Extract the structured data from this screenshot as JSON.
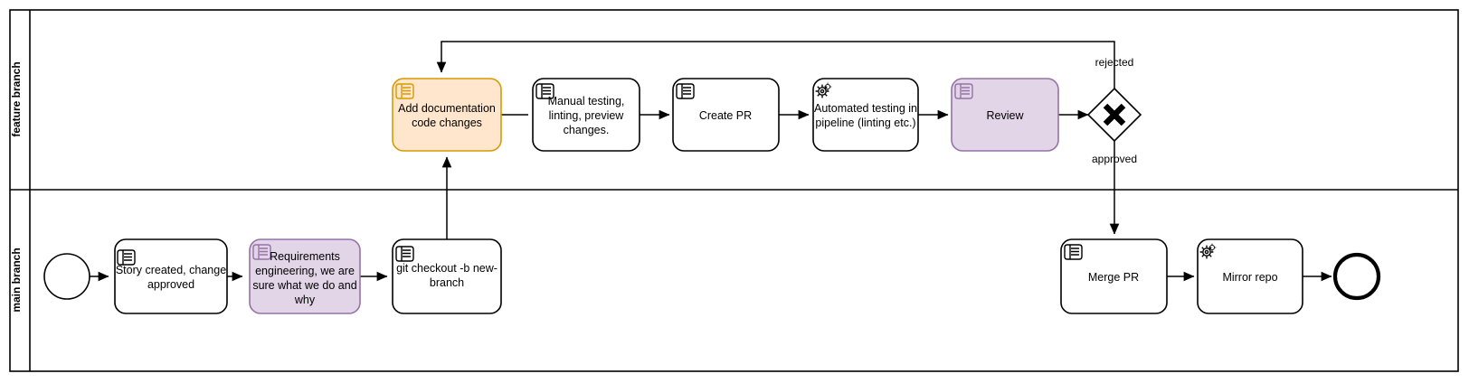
{
  "diagram": {
    "title": "BPMN process: feature branch / main branch development workflow",
    "type": "bpmn-process-diagram",
    "colors": {
      "orange_fill": "#ffe6cc",
      "orange_stroke": "#d79b00",
      "purple_fill": "#e1d5e7",
      "purple_stroke": "#9673a6",
      "default_fill": "#ffffff",
      "default_stroke": "#000000",
      "background": "#ffffff"
    },
    "lanes": [
      {
        "id": "lane-feature",
        "label": "feature branch"
      },
      {
        "id": "lane-main",
        "label": "main branch"
      }
    ],
    "nodes": [
      {
        "id": "start-event",
        "type": "start-event",
        "lane": "lane-main",
        "label": "",
        "icon": "circle-thin"
      },
      {
        "id": "task-story-created",
        "type": "manual-task",
        "lane": "lane-main",
        "label": "Story created, change approved",
        "lines": [
          "Story created, change",
          "approved"
        ],
        "icon": "manual-task-hand-icon",
        "style": "plain"
      },
      {
        "id": "task-requirements-engineering",
        "type": "manual-task",
        "lane": "lane-main",
        "label": "Requirements engineering, we are sure what we do and why",
        "lines": [
          "Requirements",
          "engineering, we are",
          "sure what we do and",
          "why"
        ],
        "icon": "manual-task-hand-icon",
        "style": "purple"
      },
      {
        "id": "task-git-checkout",
        "type": "manual-task",
        "lane": "lane-main",
        "label": "git checkout -b new-branch",
        "lines": [
          "git checkout -b new-",
          "branch"
        ],
        "icon": "manual-task-hand-icon",
        "style": "plain"
      },
      {
        "id": "task-add-documentation",
        "type": "manual-task",
        "lane": "lane-feature",
        "label": "Add documentation code changes",
        "lines": [
          "Add documentation",
          "code changes"
        ],
        "icon": "manual-task-hand-icon",
        "style": "orange"
      },
      {
        "id": "task-manual-testing",
        "type": "manual-task",
        "lane": "lane-feature",
        "label": "Manual testing, linting, preview changes.",
        "lines": [
          "Manual testing,",
          "linting, preview",
          "changes."
        ],
        "icon": "manual-task-hand-icon",
        "style": "plain"
      },
      {
        "id": "task-create-pr",
        "type": "manual-task",
        "lane": "lane-feature",
        "label": "Create PR",
        "lines": [
          "Create PR"
        ],
        "icon": "manual-task-hand-icon",
        "style": "plain"
      },
      {
        "id": "task-automated-testing",
        "type": "service-task",
        "lane": "lane-feature",
        "label": "Automated testing in pipeline (linting etc.)",
        "lines": [
          "Automated testing in",
          "pipeline (linting etc.)"
        ],
        "icon": "service-task-gear-icon",
        "style": "plain"
      },
      {
        "id": "task-review",
        "type": "manual-task",
        "lane": "lane-feature",
        "label": "Review",
        "lines": [
          "Review"
        ],
        "icon": "manual-task-hand-icon",
        "style": "purple"
      },
      {
        "id": "gateway-review-result",
        "type": "exclusive-gateway",
        "lane": "lane-feature",
        "label": "",
        "icon": "gateway-x-icon"
      },
      {
        "id": "task-merge-pr",
        "type": "manual-task",
        "lane": "lane-main",
        "label": "Merge PR",
        "lines": [
          "Merge PR"
        ],
        "icon": "manual-task-hand-icon",
        "style": "plain"
      },
      {
        "id": "task-mirror-repo",
        "type": "service-task",
        "lane": "lane-main",
        "label": "Mirror repo",
        "lines": [
          "Mirror repo"
        ],
        "icon": "service-task-gear-icon",
        "style": "plain"
      },
      {
        "id": "end-event",
        "type": "end-event",
        "lane": "lane-main",
        "label": "",
        "icon": "circle-thick"
      }
    ],
    "flows": [
      {
        "id": "flow-start-story",
        "from": "start-event",
        "to": "task-story-created",
        "label": ""
      },
      {
        "id": "flow-story-requirements",
        "from": "task-story-created",
        "to": "task-requirements-engineering",
        "label": ""
      },
      {
        "id": "flow-requirements-checkout",
        "from": "task-requirements-engineering",
        "to": "task-git-checkout",
        "label": ""
      },
      {
        "id": "flow-checkout-adddoc",
        "from": "task-git-checkout",
        "to": "task-add-documentation",
        "label": ""
      },
      {
        "id": "flow-adddoc-manualtesting",
        "from": "task-add-documentation",
        "to": "task-manual-testing",
        "label": ""
      },
      {
        "id": "flow-manualtesting-createpr",
        "from": "task-manual-testing",
        "to": "task-create-pr",
        "label": ""
      },
      {
        "id": "flow-createpr-automated",
        "from": "task-create-pr",
        "to": "task-automated-testing",
        "label": ""
      },
      {
        "id": "flow-automated-review",
        "from": "task-automated-testing",
        "to": "task-review",
        "label": ""
      },
      {
        "id": "flow-review-gateway",
        "from": "task-review",
        "to": "gateway-review-result",
        "label": ""
      },
      {
        "id": "flow-gateway-rejected",
        "from": "gateway-review-result",
        "to": "task-add-documentation",
        "label": "rejected"
      },
      {
        "id": "flow-gateway-approved",
        "from": "gateway-review-result",
        "to": "task-merge-pr",
        "label": "approved"
      },
      {
        "id": "flow-mergepr-mirror",
        "from": "task-merge-pr",
        "to": "task-mirror-repo",
        "label": ""
      },
      {
        "id": "flow-mirror-end",
        "from": "task-mirror-repo",
        "to": "end-event",
        "label": ""
      }
    ],
    "flow_labels": {
      "rejected": "rejected",
      "approved": "approved"
    }
  }
}
